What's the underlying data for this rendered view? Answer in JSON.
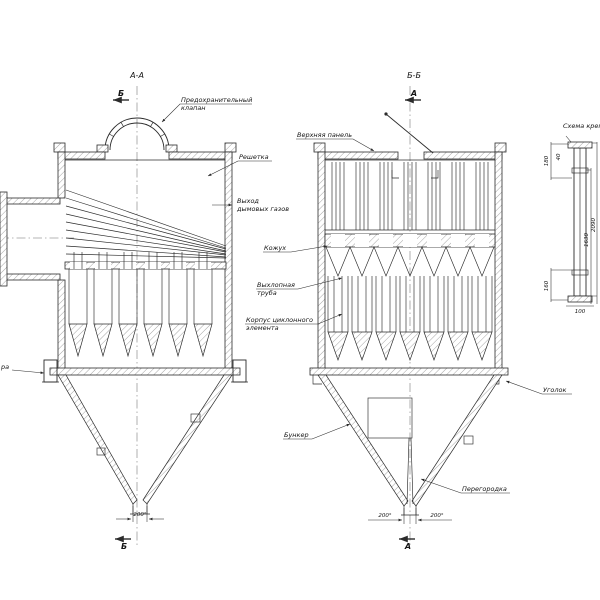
{
  "appearance": {
    "background": "#ffffff",
    "ink": "#2b2b2b"
  },
  "section_aa": {
    "title": "А-А",
    "cut_top": "Б",
    "cut_bottom": "Б",
    "labels": {
      "safety_valve_line1": "Предохранительный",
      "safety_valve_line2": "клапан",
      "grate": "Решетка",
      "gas_outlet_line1": "Выход",
      "gas_outlet_line2": "дымовых газов",
      "support_fragment": "ра"
    },
    "dims": {
      "tip": "200°"
    }
  },
  "section_bb": {
    "title": "Б-Б",
    "cut_top": "А",
    "cut_bottom": "А",
    "labels": {
      "top_panel": "Верхняя панель",
      "casing": "Кожух",
      "exhaust_pipe_line1": "Выхлопная",
      "exhaust_pipe_line2": "труба",
      "cyclone_body_line1": "Корпус циклонного",
      "cyclone_body_line2": "элемента",
      "hopper": "Бункер",
      "angle_bracket": "Уголок",
      "partition": "Перегородка"
    },
    "dims": {
      "tip_left": "200°",
      "tip_right": "200°"
    }
  },
  "mounting_detail": {
    "title": "Схема крепления",
    "dims": {
      "d180": "180",
      "d40": "40",
      "d2090": "2090",
      "d1630": "1630",
      "d160": "160",
      "d100": "100"
    }
  }
}
